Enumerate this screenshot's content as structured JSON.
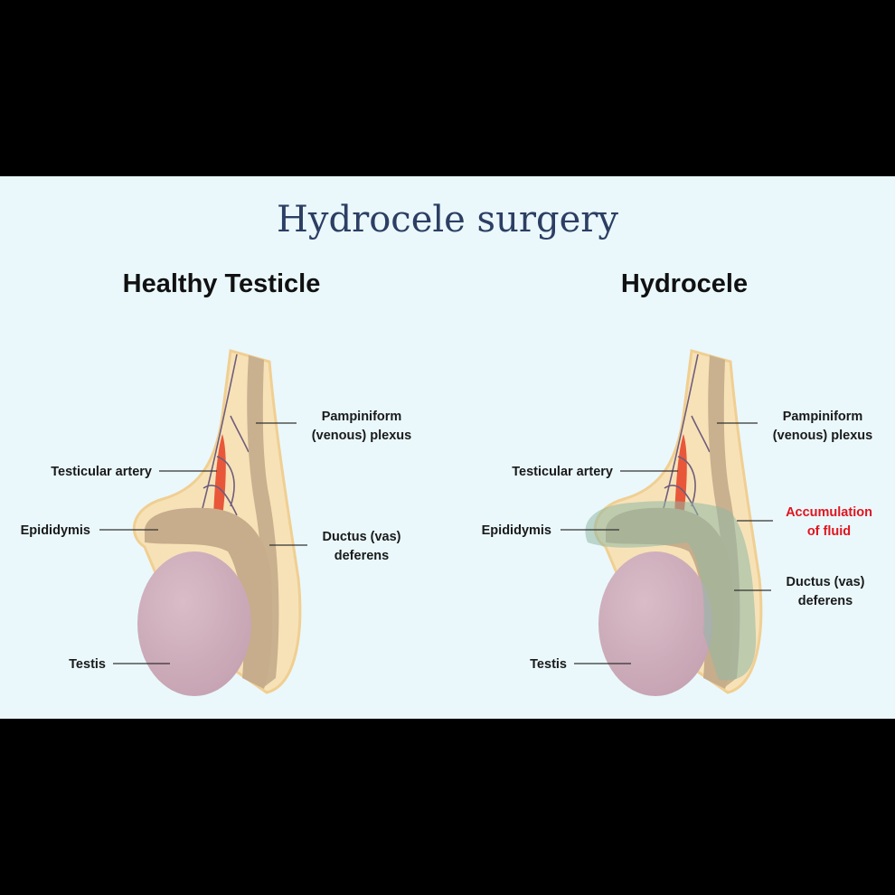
{
  "title": "Hydrocele surgery",
  "healthy": {
    "heading": "Healthy Testicle",
    "labels": {
      "pampiniform_1": "Pampiniform",
      "pampiniform_2": "(venous) plexus",
      "artery": "Testicular artery",
      "epididymis": "Epididymis",
      "ductus_1": "Ductus (vas)",
      "ductus_2": "deferens",
      "testis": "Testis"
    }
  },
  "hydrocele": {
    "heading": "Hydrocele",
    "labels": {
      "pampiniform_1": "Pampiniform",
      "pampiniform_2": "(venous) plexus",
      "artery": "Testicular artery",
      "epididymis": "Epididymis",
      "fluid_1": "Accumulation",
      "fluid_2": "of fluid",
      "ductus_1": "Ductus (vas)",
      "ductus_2": "deferens",
      "testis": "Testis"
    }
  },
  "colors": {
    "title": "#2c3e63",
    "fluid_label": "#e0141e",
    "background": "#eaf8fc"
  }
}
